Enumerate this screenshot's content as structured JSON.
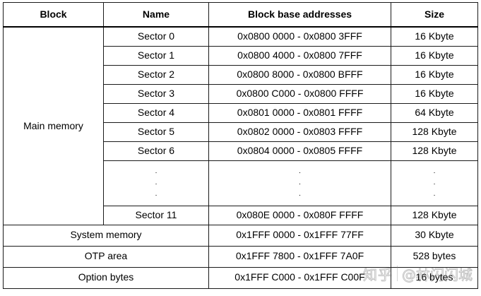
{
  "table": {
    "headers": {
      "block": "Block",
      "name": "Name",
      "address": "Block base addresses",
      "size": "Size"
    },
    "main_memory": {
      "block_label": "Main memory",
      "sectors": [
        {
          "name": "Sector 0",
          "address": "0x0800 0000 - 0x0800 3FFF",
          "size": "16 Kbyte"
        },
        {
          "name": "Sector 1",
          "address": "0x0800 4000 - 0x0800 7FFF",
          "size": "16 Kbyte"
        },
        {
          "name": "Sector 2",
          "address": "0x0800 8000 - 0x0800 BFFF",
          "size": "16 Kbyte"
        },
        {
          "name": "Sector 3",
          "address": "0x0800 C000 - 0x0800 FFFF",
          "size": "16 Kbyte"
        },
        {
          "name": "Sector 4",
          "address": "0x0801 0000 - 0x0801 FFFF",
          "size": "64 Kbyte"
        },
        {
          "name": "Sector 5",
          "address": "0x0802 0000 - 0x0803 FFFF",
          "size": "128 Kbyte"
        },
        {
          "name": "Sector 6",
          "address": "0x0804 0000 - 0x0805 FFFF",
          "size": "128 Kbyte"
        }
      ],
      "ellipsis": ".",
      "last_sector": {
        "name": "Sector 11",
        "address": "0x080E 0000 - 0x080F FFFF",
        "size": "128 Kbyte"
      }
    },
    "other_blocks": [
      {
        "name": "System memory",
        "address": "0x1FFF 0000 - 0x1FFF 77FF",
        "size": "30 Kbyte"
      },
      {
        "name": "OTP area",
        "address": "0x1FFF 7800 - 0x1FFF 7A0F",
        "size": "528 bytes"
      },
      {
        "name": "Option bytes",
        "address": "0x1FFF C000 - 0x1FFF C00F",
        "size": "16 bytes"
      }
    ]
  },
  "watermark": {
    "logo": "知乎",
    "user": "@林闪闪城"
  }
}
